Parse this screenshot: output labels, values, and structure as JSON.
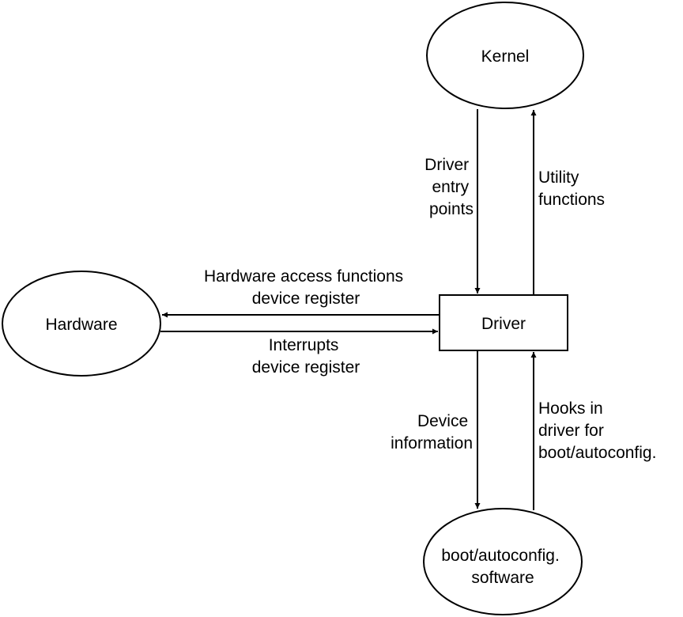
{
  "nodes": {
    "kernel": {
      "label": "Kernel"
    },
    "hardware": {
      "label": "Hardware"
    },
    "driver": {
      "label": "Driver"
    },
    "boot": {
      "label_lines": [
        "boot/autoconfig.",
        "software"
      ]
    }
  },
  "edges": {
    "entry_points": {
      "label_lines": [
        "Driver",
        "entry",
        "points"
      ]
    },
    "utility_functions": {
      "label_lines": [
        "Utility",
        "functions"
      ]
    },
    "hw_access": {
      "label_lines": [
        "Hardware access functions",
        "device register"
      ]
    },
    "interrupts": {
      "label_lines": [
        "Interrupts",
        "device register"
      ]
    },
    "device_info": {
      "label_lines": [
        "Device",
        "information"
      ]
    },
    "hooks": {
      "label_lines": [
        "Hooks in",
        "driver for",
        "boot/autoconfig."
      ]
    }
  },
  "colors": {
    "stroke": "#000000",
    "background": "#ffffff"
  }
}
